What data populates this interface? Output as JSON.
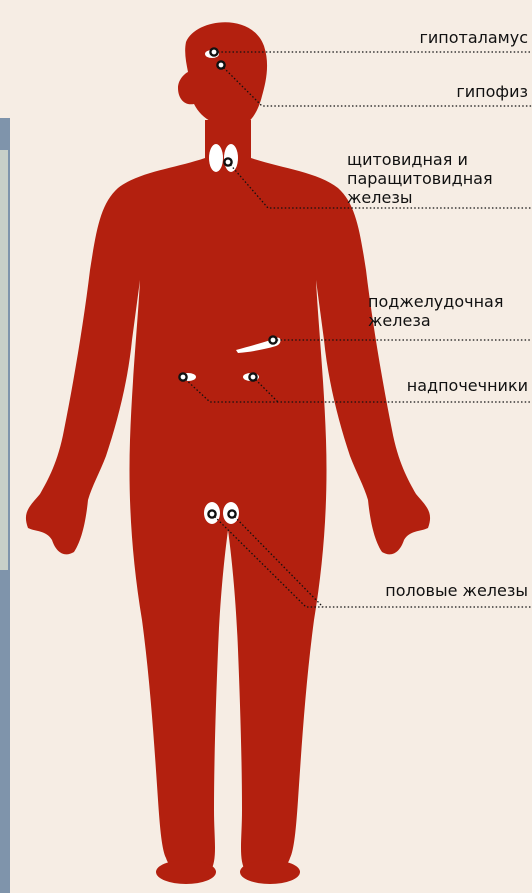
{
  "colors": {
    "background": "#f6ede4",
    "body": "#b3200f",
    "gland": "#ffffff",
    "leader_line": "#111111",
    "left_strip": "#7f94ab"
  },
  "labels": {
    "hypothalamus": "гипоталамус",
    "pituitary": "гипофиз",
    "thyroid_line1": "щитовидная и",
    "thyroid_line2": "паращитовидная",
    "thyroid_line3": "железы",
    "pancreas_line1": "поджелудочная",
    "pancreas_line2": "железа",
    "adrenals": "надпочечники",
    "gonads": "половые железы"
  }
}
